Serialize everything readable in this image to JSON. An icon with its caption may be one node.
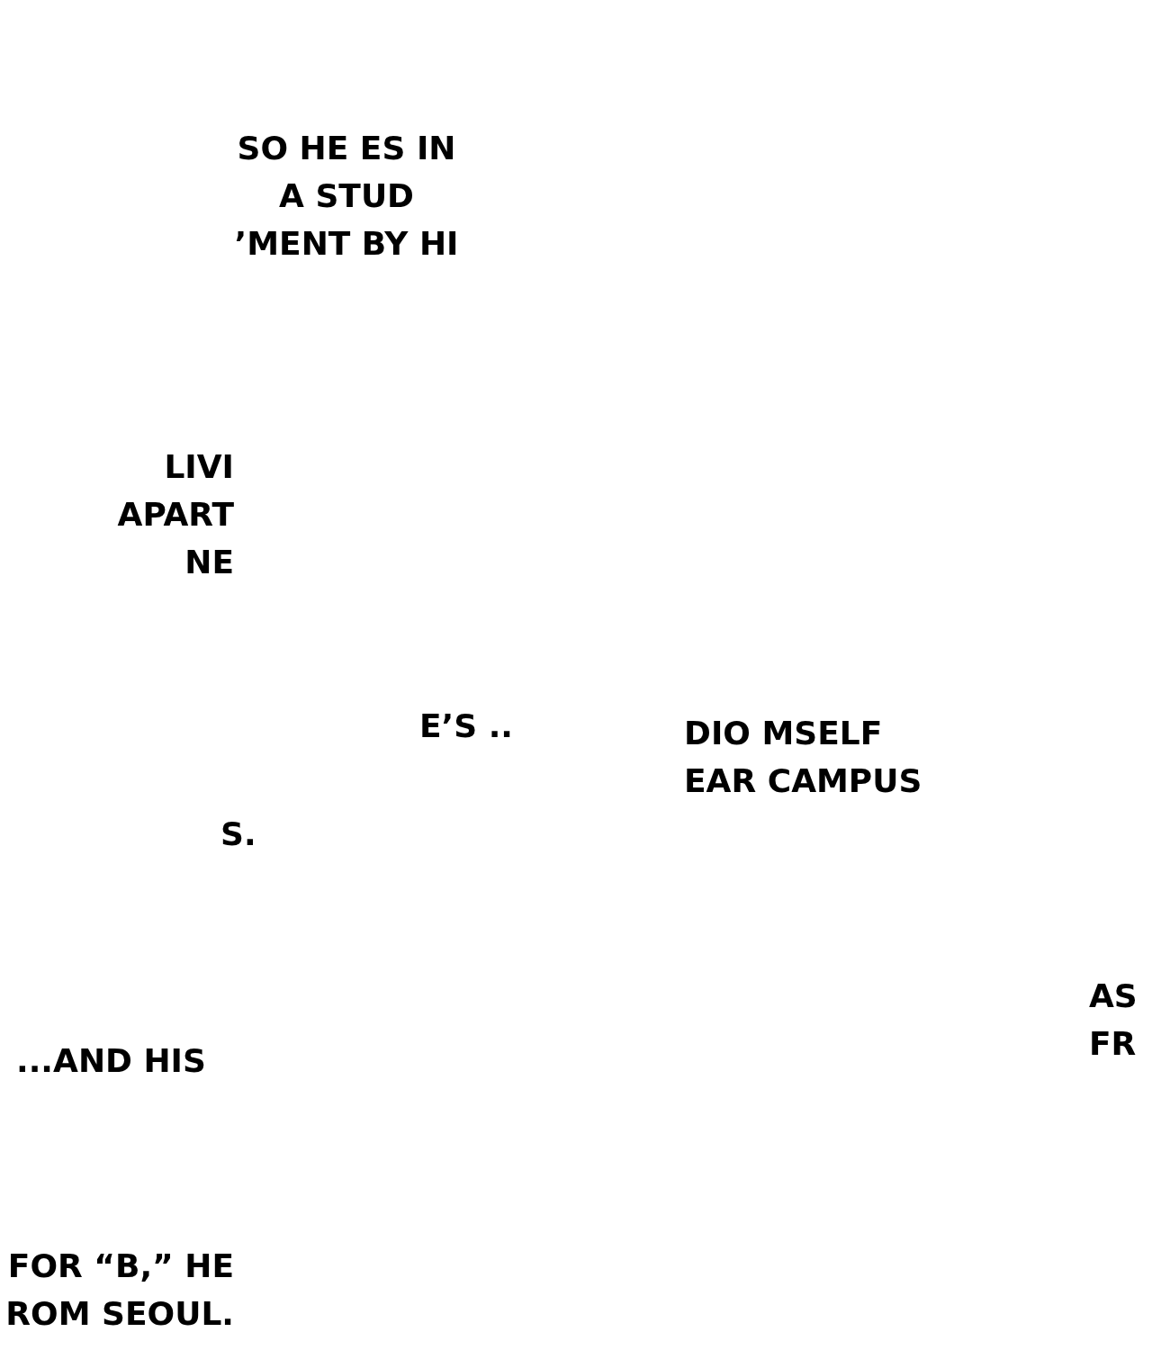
{
  "diagram": {
    "labels": [
      "SO HE ES IN A STUD ’MENT BY HI",
      "LIVI APART NE",
      "E’S ..",
      "S.",
      "DIO MSELF EAR CAMPUS",
      "AS FR",
      "...AND HIS",
      "FOR “B,” HE ROM SEOUL."
    ]
  }
}
